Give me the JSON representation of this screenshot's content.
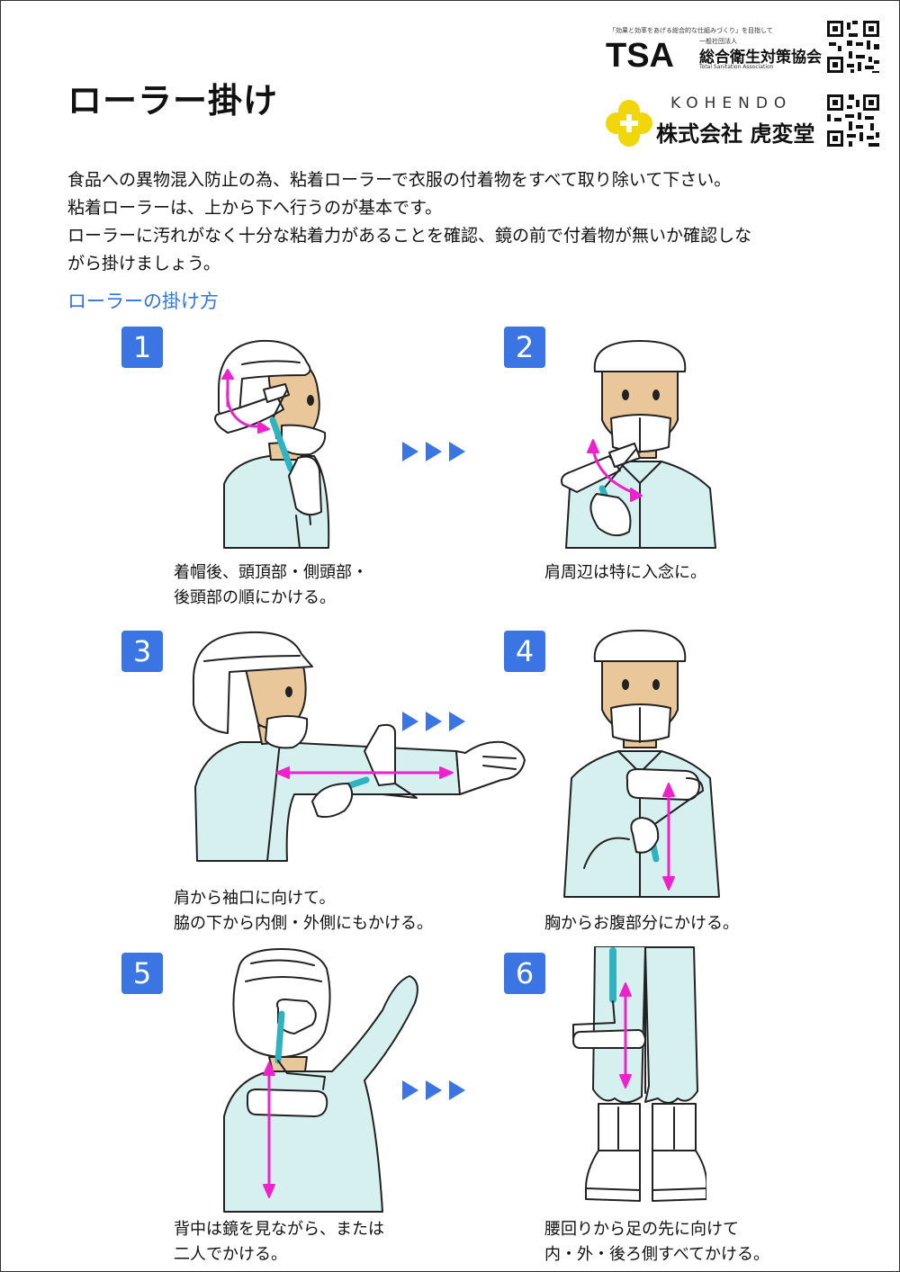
{
  "title": "ローラー掛け",
  "header": {
    "tsa": {
      "tagline": "「効果と効率をあげる総合的な仕組みづくり」を目指して",
      "logo_text": "TSA",
      "org_prefix": "一般社団法人",
      "org_name": "総合衛生対策協会",
      "org_name_en": "Total Sanitation Association"
    },
    "kohendo": {
      "name_en": "KOHENDO",
      "name": "株式会社 虎変堂"
    }
  },
  "intro": [
    "食品への異物混入防止の為、粘着ローラーで衣服の付着物をすべて取り除いて下さい。",
    "粘着ローラーは、上から下へ行うのが基本です。",
    "ローラーに汚れがなく十分な粘着力があることを確認、鏡の前で付着物が無いか確認しな",
    "がら掛けましょう。"
  ],
  "section_title": "ローラーの掛け方",
  "steps": [
    {
      "number": "1",
      "caption": [
        "着帽後、頭頂部・側頭部・",
        "後頭部の順にかける。"
      ]
    },
    {
      "number": "2",
      "caption": [
        "肩周辺は特に入念に。"
      ]
    },
    {
      "number": "3",
      "caption": [
        "肩から袖口に向けて。",
        "脇の下から内側・外側にもかける。"
      ]
    },
    {
      "number": "4",
      "caption": [
        "胸からお腹部分にかける。"
      ]
    },
    {
      "number": "5",
      "caption": [
        "背中は鏡を見ながら、または",
        "二人でかける。"
      ]
    },
    {
      "number": "6",
      "caption": [
        "腰回りから足の先に向けて",
        "内・外・後ろ側すべてかける。"
      ]
    }
  ],
  "colors": {
    "accent_blue": "#3a75e3",
    "section_blue": "#2f74e0",
    "garment": "#d6efef",
    "skin": "#e9c79b",
    "arrow_magenta": "#ee22cc",
    "roller_handle": "#2fb3c0",
    "kohendo_yellow": "#f0d60a"
  },
  "icons": {
    "next": "triple-right-triangle",
    "qr": "qr-code",
    "kohendo": "yellow-flower-mark"
  }
}
